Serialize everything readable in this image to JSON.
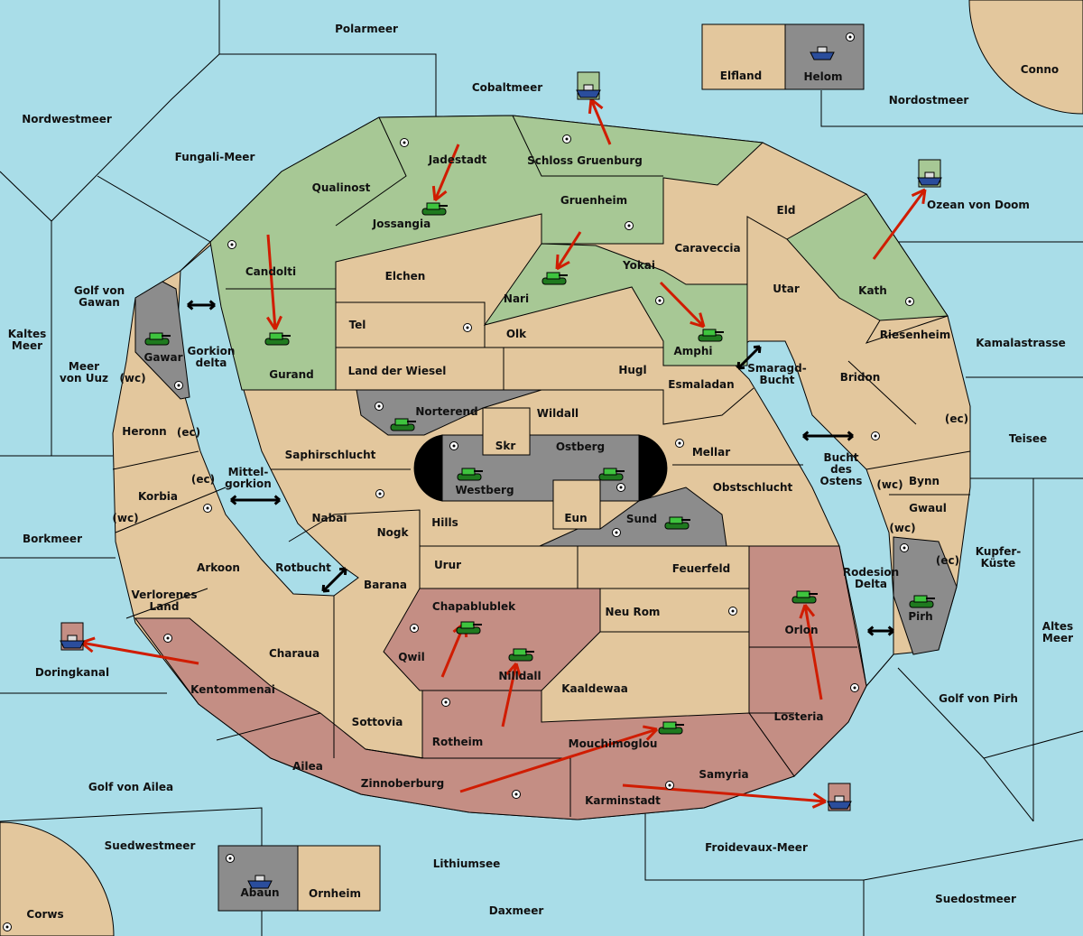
{
  "colors": {
    "sea": "#a9dde8",
    "neutral": "#e3c79d",
    "green": "#a7c895",
    "red": "#c48e84",
    "gray": "#8c8c8c",
    "arrow": "#d01c00"
  },
  "labels": [
    "Polarmeer",
    "Cobaltmeer",
    "Elfland",
    "Helom",
    "Conno",
    "Nordostmeer",
    "Nordwestmeer",
    "Fungali-Meer",
    "Jadestadt",
    "Schloss Gruenburg",
    "Qualinost",
    "Gruenheim",
    "Jossangia",
    "Eld",
    "Ozean von Doom",
    "Caraveccia",
    "Candolti",
    "Elchen",
    "Yokai",
    "Golf von\nGawan",
    "Utar",
    "Kath",
    "Nari",
    "Tel",
    "Olk",
    "Kaltes\nMeer",
    "Amphi",
    "Riesenheim",
    "Kamalastrasse",
    "Gawar",
    "Gorkion\ndelta",
    "Meer\nvon Uuz",
    "Gurand",
    "Land der Wiesel",
    "Hugl",
    "Smaragd-\nBucht",
    "Bridon",
    "Esmaladan",
    "(wc)",
    "Norterend",
    "Wildall",
    "Heronn",
    "(ec)",
    "(ec)",
    "Teisee",
    "Skr",
    "Ostberg",
    "Mellar",
    "Saphirschlucht",
    "Bucht\ndes\nOstens",
    "(wc)",
    "Bynn",
    "Mittel-\ngorkion",
    "(ec)",
    "Westberg",
    "Obstschlucht",
    "Korbia",
    "Gwaul",
    "Nabai",
    "Hills",
    "Eun",
    "Sund",
    "(wc)",
    "(wc)",
    "Borkmeer",
    "Nogk",
    "Kupfer-\nKüste",
    "(ec)",
    "Urur",
    "Feuerfeld",
    "Arkoon",
    "Rotbucht",
    "Barana",
    "Rodesion\nDelta",
    "Verlorenes\nLand",
    "Chapablublek",
    "Neu Rom",
    "Pirh",
    "Orlon",
    "Altes\nMeer",
    "Charaua",
    "Qwil",
    "Doringkanal",
    "Nilldall",
    "Kaaldewaa",
    "Kentommenai",
    "Golf von Pirh",
    "Losteria",
    "Sottovia",
    "Rotheim",
    "Mouchimoglou",
    "Ailea",
    "Samyria",
    "Zinnoberburg",
    "Golf von Ailea",
    "Karminstadt",
    "Suedwestmeer",
    "Froidevaux-Meer",
    "Lithiumsee",
    "Abaun",
    "Ornheim",
    "Suedostmeer",
    "Daxmeer",
    "Corws"
  ],
  "icons": {
    "unit_army": "tank-icon",
    "unit_fleet": "ship-icon",
    "supply_center": "supply-center-icon",
    "move": "arrow-icon",
    "convoy_link": "double-arrow-icon"
  }
}
